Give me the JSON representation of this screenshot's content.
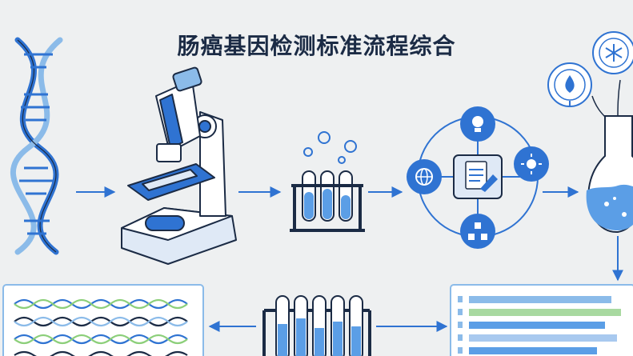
{
  "title": "肠癌基因检测标准流程综合",
  "colors": {
    "background": "#eef0f1",
    "primary_blue": "#2f73d2",
    "light_blue": "#8bbbe9",
    "dark_navy": "#1b2b45",
    "green_accent": "#8ccf7a"
  },
  "nodes": [
    {
      "name": "dna-helix-icon"
    },
    {
      "name": "microscope-icon"
    },
    {
      "name": "test-tube-rack-icon"
    },
    {
      "name": "analysis-network-icon"
    },
    {
      "name": "flask-icon"
    },
    {
      "name": "sequence-results-panel"
    },
    {
      "name": "sample-tubes-icon"
    },
    {
      "name": "sequencing-data-panel"
    }
  ],
  "network_icons": [
    "bulb-icon",
    "globe-icon",
    "clipboard-icon",
    "sun-icon",
    "structure-icon"
  ],
  "flask_badges": [
    "water-drop-icon",
    "snowflake-icon"
  ]
}
